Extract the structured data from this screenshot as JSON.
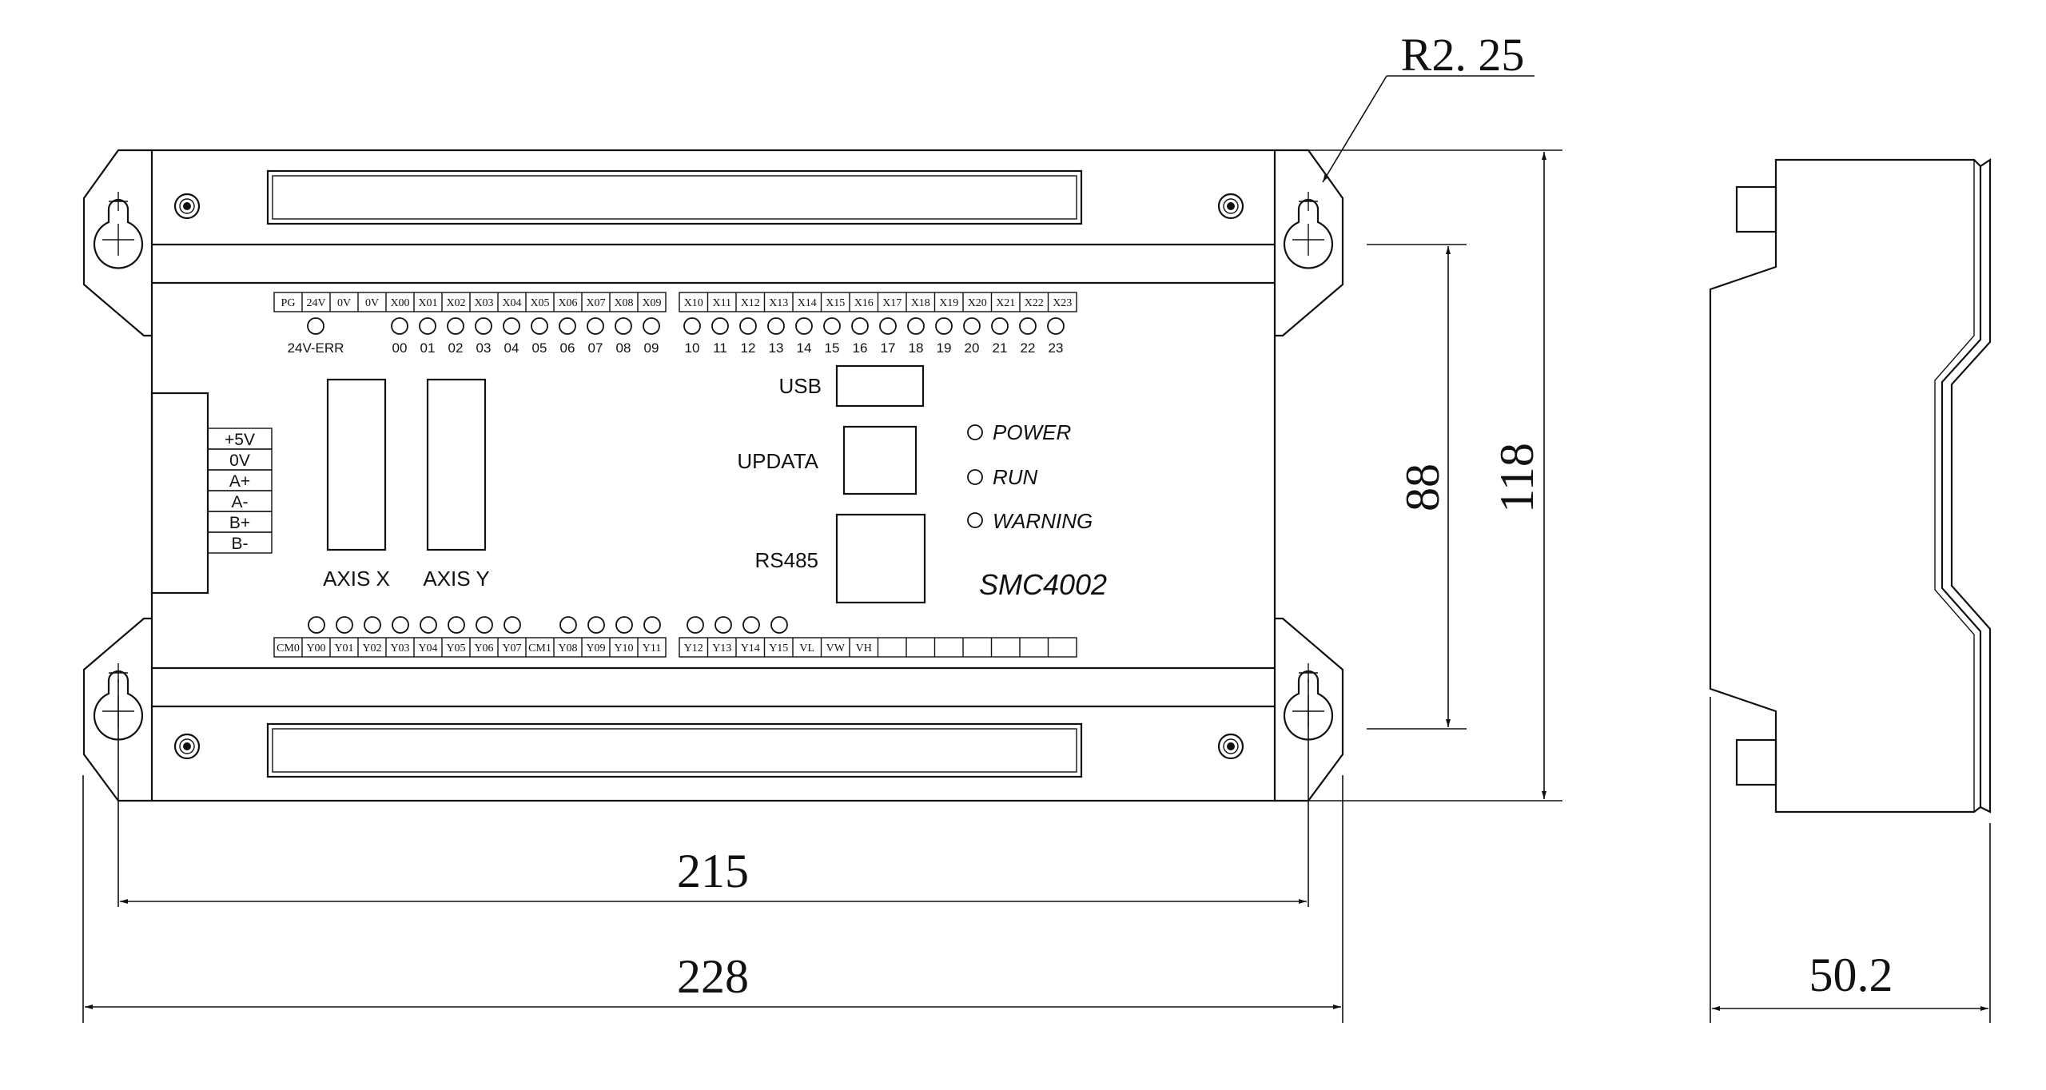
{
  "model": "SMC4002",
  "dimensions": {
    "hole_pitch_width": "215",
    "overall_width": "228",
    "hole_pitch_height": "88",
    "overall_height": "118",
    "depth": "50.2",
    "corner_radius": "R2. 25"
  },
  "top_terminals": [
    "PG",
    "24V",
    "0V",
    "0V",
    "X00",
    "X01",
    "X02",
    "X03",
    "X04",
    "X05",
    "X06",
    "X07",
    "X08",
    "X09",
    "X10",
    "X11",
    "X12",
    "X13",
    "X14",
    "X15",
    "X16",
    "X17",
    "X18",
    "X19",
    "X20",
    "X21",
    "X22",
    "X23"
  ],
  "top_led_labels": [
    "24V-ERR",
    "00",
    "01",
    "02",
    "03",
    "04",
    "05",
    "06",
    "07",
    "08",
    "09",
    "10",
    "11",
    "12",
    "13",
    "14",
    "15",
    "16",
    "17",
    "18",
    "19",
    "20",
    "21",
    "22",
    "23"
  ],
  "bottom_terminals": [
    "CM0",
    "Y00",
    "Y01",
    "Y02",
    "Y03",
    "Y04",
    "Y05",
    "Y06",
    "Y07",
    "CM1",
    "Y08",
    "Y09",
    "Y10",
    "Y11",
    "Y12",
    "Y13",
    "Y14",
    "Y15",
    "VL",
    "VW",
    "VH",
    "",
    "",
    "",
    "",
    "",
    "",
    ""
  ],
  "encoder_terminals": [
    "+5V",
    "0V",
    "A+",
    "A-",
    "B+",
    "B-"
  ],
  "axes": [
    "AXIS X",
    "AXIS Y"
  ],
  "ports": {
    "usb": "USB",
    "update": "UPDATA",
    "rs485": "RS485"
  },
  "status_leds": [
    "POWER",
    "RUN",
    "WARNING"
  ]
}
